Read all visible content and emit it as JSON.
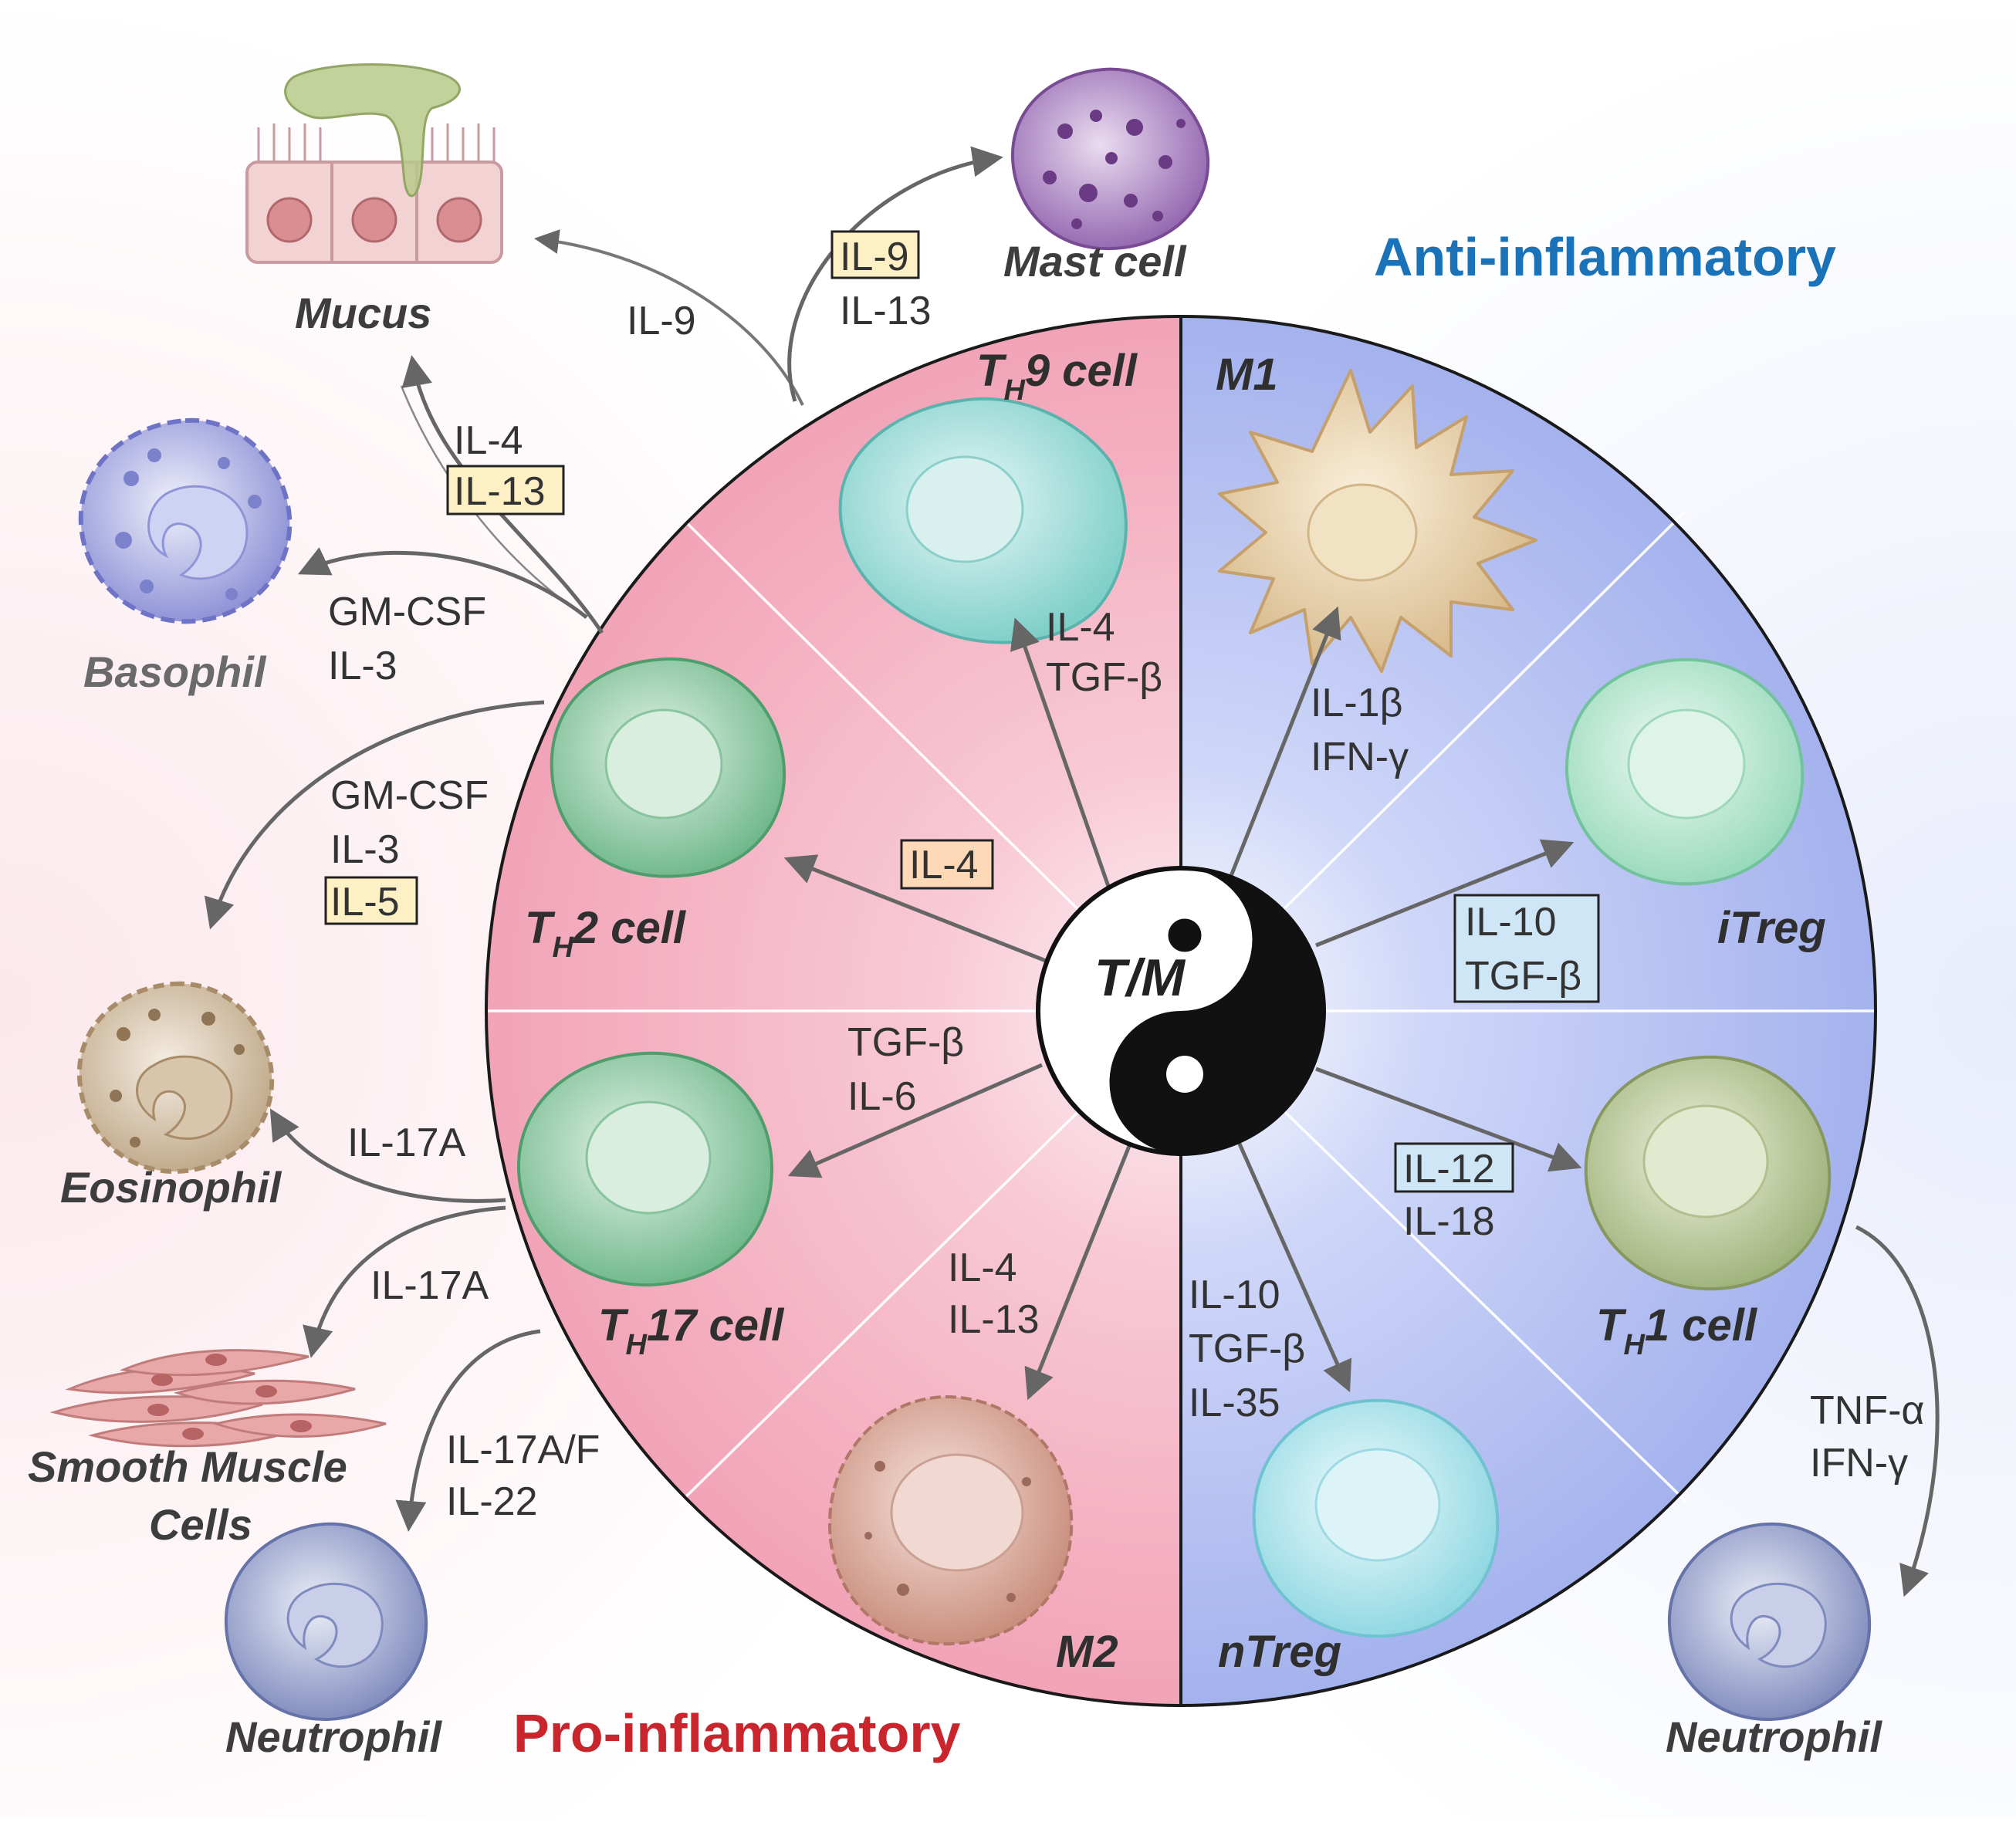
{
  "titles": {
    "anti": "Anti-inflammatory",
    "pro": "Pro-inflammatory",
    "center": "T/M"
  },
  "sectors": {
    "th9": {
      "main": "T",
      "sub": "H",
      "rest": "9 cell"
    },
    "th2": {
      "main": "T",
      "sub": "H",
      "rest": "2 cell"
    },
    "th17": {
      "main": "T",
      "sub": "H",
      "rest": "17 cell"
    },
    "m2": "M2",
    "m1": "M1",
    "itreg": "iTreg",
    "th1": {
      "main": "T",
      "sub": "H",
      "rest": "1 cell"
    },
    "ntreg": "nTreg"
  },
  "targets": {
    "mucus": "Mucus",
    "mast": "Mast cell",
    "basophil": "Basophil",
    "eosinophil": "Eosinophil",
    "smooth_muscle_1": "Smooth Muscle",
    "smooth_muscle_2": "Cells",
    "neutrophil_left": "Neutrophil",
    "neutrophil_right": "Neutrophil"
  },
  "cytokines": {
    "to_mucus": "IL-9",
    "to_mast": [
      "IL-9",
      "IL-13"
    ],
    "th2_mucus": [
      "IL-4",
      "IL-13"
    ],
    "to_basophil": [
      "GM-CSF",
      "IL-3"
    ],
    "to_eosinophil": [
      "GM-CSF",
      "IL-3",
      "IL-5"
    ],
    "th17_eosinophil": "IL-17A",
    "th17_smooth": "IL-17A",
    "th17_neutrophil": [
      "IL-17A/F",
      "IL-22"
    ],
    "center_th9": [
      "IL-4",
      "TGF-β"
    ],
    "center_th2": "IL-4",
    "center_th17": [
      "TGF-β",
      "IL-6"
    ],
    "center_m2": [
      "IL-4",
      "IL-13"
    ],
    "center_m1": [
      "IL-1β",
      "IFN-γ"
    ],
    "center_itreg": [
      "IL-10",
      "TGF-β"
    ],
    "center_th1": [
      "IL-12",
      "IL-18"
    ],
    "center_ntreg": [
      "IL-10",
      "TGF-β",
      "IL-35"
    ],
    "th1_neutrophil": [
      "TNF-α",
      "IFN-γ"
    ]
  },
  "colors": {
    "pro_fill": "#f2a7ba",
    "anti_fill": "#a9b6ef",
    "highlight_yellow": "#fdf0c4",
    "highlight_blue": "#cfe6f7",
    "arrow": "#666666"
  }
}
